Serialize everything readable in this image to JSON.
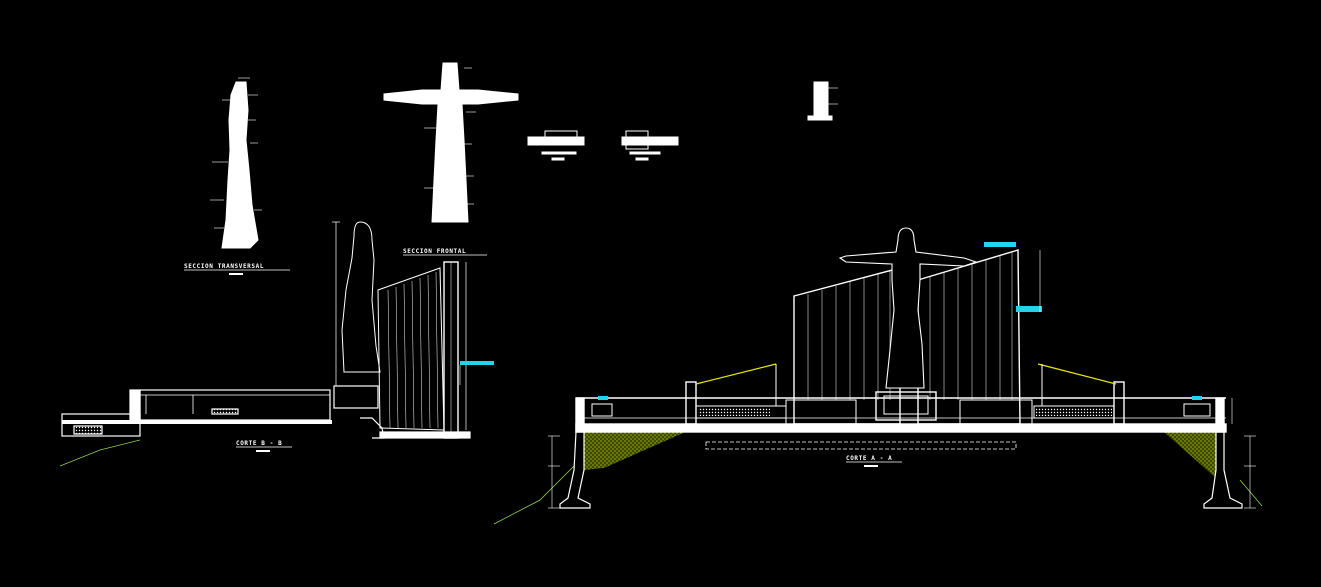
{
  "drawing": {
    "background": "#000000",
    "line_color": "#ffffff",
    "accent_cyan": "#22d3ee",
    "accent_yellow": "#e8e800",
    "hatch_green": "#7a8a00"
  },
  "labels": {
    "seccion_transversal": "SECCION TRANSVERSAL",
    "seccion_frontal": "SECCION FRONTAL",
    "corte_b": "CORTE B - B",
    "corte_a": "CORTE A - A"
  }
}
